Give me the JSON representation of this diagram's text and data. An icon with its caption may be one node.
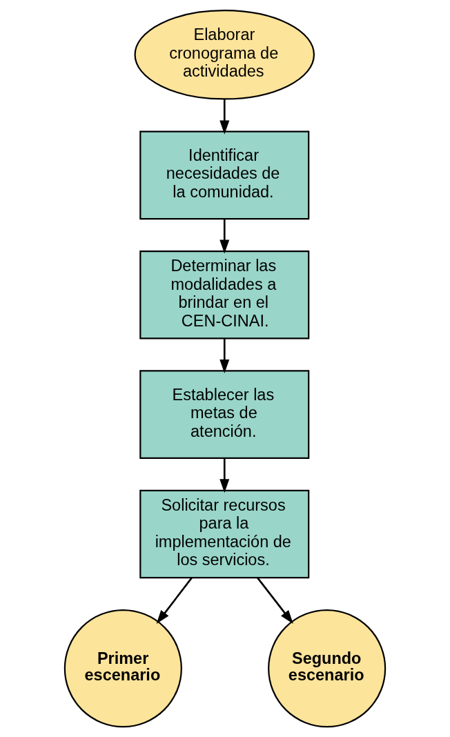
{
  "diagram": {
    "nodes": [
      {
        "text": [
          "Elaborar cronograma de actividades"
        ]
      },
      {
        "text": [
          "Identificar necesidades de la comunidad."
        ]
      },
      {
        "text": [
          "Determinar las modalidades a brindar en el CEN-CINAI."
        ]
      },
      {
        "text": [
          "Establecer las metas de atención."
        ]
      },
      {
        "text": [
          "Solicitar recursos para la implementación de los servicios."
        ]
      },
      {
        "text": [
          "Primer escenario"
        ]
      },
      {
        "text": [
          "Segundo escenario"
        ]
      }
    ],
    "edges": [
      {
        "from": 0,
        "to": 1,
        "arrow": "to"
      },
      {
        "from": 1,
        "to": 2,
        "arrow": "to"
      },
      {
        "from": 2,
        "to": 3,
        "arrow": "to"
      },
      {
        "from": 3,
        "to": 4,
        "arrow": "to"
      },
      {
        "from": 4,
        "to": 5,
        "arrow": "to"
      },
      {
        "from": 4,
        "to": 6,
        "arrow": "to"
      }
    ]
  }
}
